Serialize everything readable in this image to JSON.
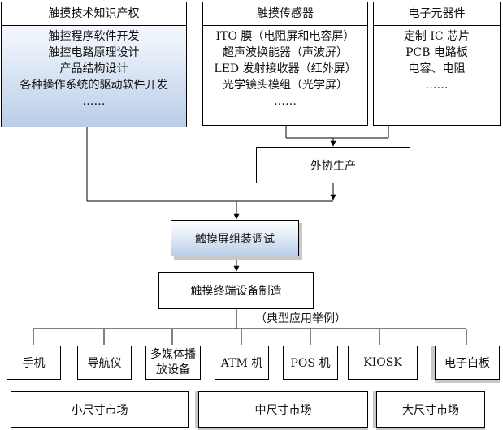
{
  "ip_box": {
    "title": "触摸技术知识产权",
    "items": [
      "触控程序软件开发",
      "触控电路原理设计",
      "产品结构设计",
      "各种操作系统的驱动软件开发",
      "……"
    ]
  },
  "sensor_box": {
    "title": "触摸传感器",
    "items": [
      "ITO 膜（电阻屏和电容屏）",
      "超声波换能器（声波屏）",
      "LED 发射接收器（红外屏）",
      "光学镜头模组（光学屏）",
      "……"
    ]
  },
  "component_box": {
    "title": "电子元器件",
    "items": [
      "定制 IC 芯片",
      "PCB 电路板",
      "电容、电阻",
      "……"
    ]
  },
  "outsource": "外协生产",
  "assembly": "触摸屏组装调试",
  "manufacturing": "触摸终端设备制造",
  "typical_apps_label": "（典型应用举例）",
  "apps": [
    "手机",
    "导航仪",
    "多媒体播放设备",
    "ATM 机",
    "POS 机",
    "KIOSK",
    "电子白板"
  ],
  "markets": [
    "小尺寸市场",
    "中尺寸市场",
    "大尺寸市场"
  ]
}
